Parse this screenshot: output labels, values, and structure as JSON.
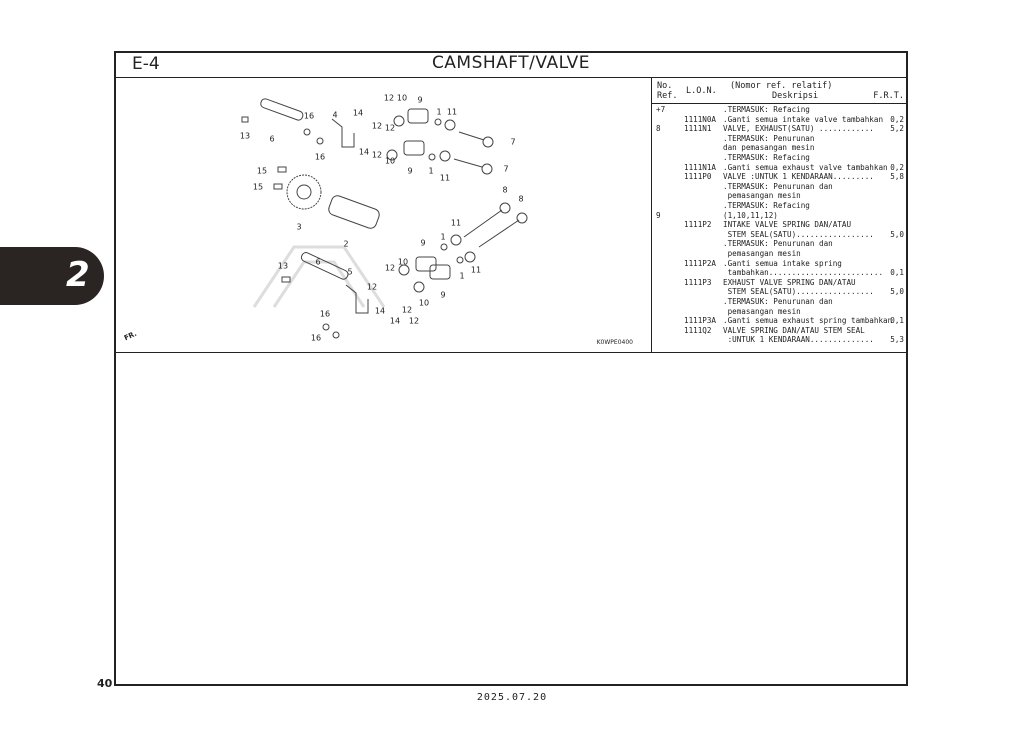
{
  "header": {
    "section_code": "E-4",
    "title": "CAMSHAFT/VALVE"
  },
  "chapter_tab": "2",
  "page_number": "40",
  "footer_date": "2025.07.20",
  "diagram": {
    "figure_code": "K0WPE0400",
    "direction_label": "FR.",
    "callouts": [
      "12",
      "10",
      "9",
      "14",
      "1",
      "11",
      "16",
      "4",
      "13",
      "6",
      "12",
      "12",
      "7",
      "16",
      "14",
      "12",
      "10",
      "9",
      "1",
      "11",
      "7",
      "15",
      "15",
      "8",
      "8",
      "3",
      "2",
      "11",
      "1",
      "9",
      "10",
      "12",
      "13",
      "6",
      "5",
      "11",
      "1",
      "12",
      "9",
      "10",
      "12",
      "14",
      "12",
      "14",
      "16",
      "16"
    ]
  },
  "table": {
    "headers": {
      "no_ref": "No.\nRef.",
      "lon": "L.O.N.",
      "desc_top": "(Nomor ref. relatif)",
      "desc": "Deskripsi",
      "frt": "F.R.T."
    },
    "rows": [
      {
        "ref": "+7",
        "lon": "",
        "desc": ".TERMASUK: Refacing",
        "frt": ""
      },
      {
        "ref": "",
        "lon": "1111N0A",
        ".desc": "",
        "desc": ".Ganti semua intake valve tambahkan",
        "frt": "0,2"
      },
      {
        "ref": "8",
        "lon": "1111N1",
        "desc": "VALVE, EXHAUST(SATU) ............",
        "frt": "5,2"
      },
      {
        "ref": "",
        "lon": "",
        "desc": ".TERMASUK: Penurunan",
        "frt": ""
      },
      {
        "ref": "",
        "lon": "",
        "desc": "dan pemasangan mesin",
        "frt": ""
      },
      {
        "ref": "",
        "lon": "",
        "desc": ".TERMASUK: Refacing",
        "frt": ""
      },
      {
        "ref": "",
        "lon": "1111N1A",
        "desc": ".Ganti semua exhaust valve tambahkan",
        "frt": "0,2"
      },
      {
        "ref": "",
        "lon": "1111P0",
        "desc": "VALVE :UNTUK 1 KENDARAAN.........",
        "frt": "5,8"
      },
      {
        "ref": "",
        "lon": "",
        "desc": ".TERMASUK: Penurunan dan",
        "frt": ""
      },
      {
        "ref": "",
        "lon": "",
        "desc": " pemasangan mesin",
        "frt": ""
      },
      {
        "ref": "",
        "lon": "",
        "desc": ".TERMASUK: Refacing",
        "frt": ""
      },
      {
        "ref": "9",
        "lon": "",
        "desc": "(1,10,11,12)",
        "frt": ""
      },
      {
        "ref": "",
        "lon": "1111P2",
        "desc": "INTAKE VALVE SPRING DAN/ATAU",
        "frt": ""
      },
      {
        "ref": "",
        "lon": "",
        "desc": " STEM SEAL(SATU).................",
        "frt": "5,0"
      },
      {
        "ref": "",
        "lon": "",
        "desc": ".TERMASUK: Penurunan dan",
        "frt": ""
      },
      {
        "ref": "",
        "lon": "",
        "desc": " pemasangan mesin",
        "frt": ""
      },
      {
        "ref": "",
        "lon": "1111P2A",
        "desc": ".Ganti semua intake spring",
        "frt": ""
      },
      {
        "ref": "",
        "lon": "",
        "desc": " tambahkan.........................",
        "frt": "0,1"
      },
      {
        "ref": "",
        "lon": "1111P3",
        "desc": "EXHAUST VALVE SPRING DAN/ATAU",
        "frt": ""
      },
      {
        "ref": "",
        "lon": "",
        "desc": " STEM SEAL(SATU).................",
        "frt": "5,0"
      },
      {
        "ref": "",
        "lon": "",
        "desc": ".TERMASUK: Penurunan dan",
        "frt": ""
      },
      {
        "ref": "",
        "lon": "",
        "desc": " pemasangan mesin",
        "frt": ""
      },
      {
        "ref": "",
        "lon": "1111P3A",
        "desc": ".Ganti semua exhaust spring tambahkan",
        "frt": "0,1"
      },
      {
        "ref": "",
        "lon": "1111Q2",
        "desc": "VALVE SPRING DAN/ATAU STEM SEAL",
        "frt": ""
      },
      {
        "ref": "",
        "lon": "",
        "desc": " :UNTUK 1 KENDARAAN..............",
        "frt": "5,3"
      }
    ]
  }
}
